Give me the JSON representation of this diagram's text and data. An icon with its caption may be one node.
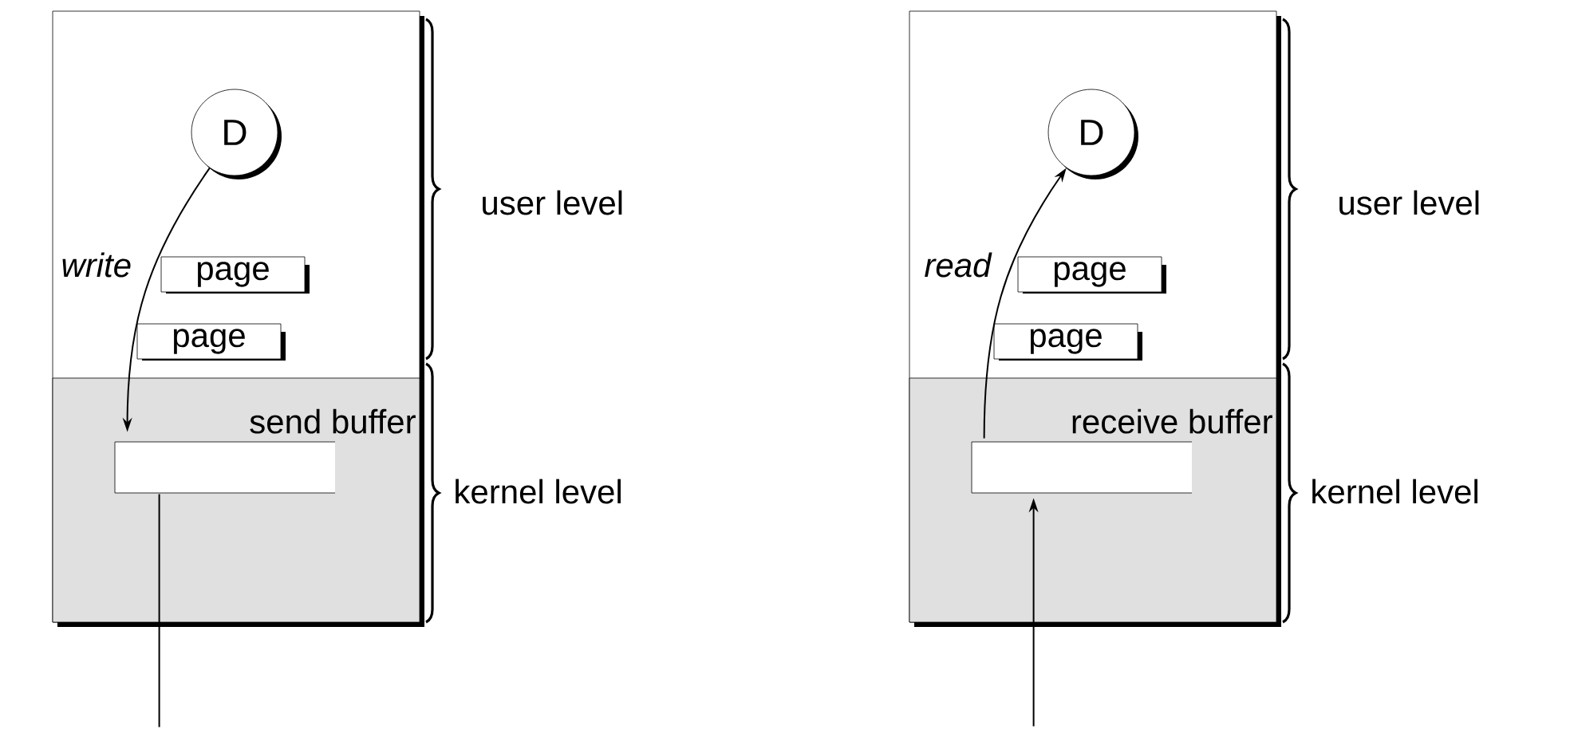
{
  "diagram": {
    "nodes": [
      {
        "text": [],
        "shape": "box"
      },
      {
        "text": [
          "D"
        ],
        "in": 0
      },
      {
        "text": [
          "page"
        ],
        "in": 0
      },
      {
        "text": [
          "page"
        ],
        "in": 0
      },
      {
        "text": [],
        "shape": "box",
        "in": 0
      },
      {
        "text": [
          "send buffer"
        ],
        "in": 4
      },
      {
        "text": [],
        "shape": "box"
      },
      {
        "text": [
          "D"
        ],
        "in": 6
      },
      {
        "text": [
          "page"
        ],
        "in": 6
      },
      {
        "text": [
          "page"
        ],
        "in": 6
      },
      {
        "text": [],
        "shape": "box",
        "in": 6
      },
      {
        "text": [
          "receive buffer"
        ],
        "in": 10
      }
    ],
    "edges": [
      {
        "from": 1,
        "to": 5,
        "arrow": "to",
        "label": "write"
      },
      {
        "from": 5,
        "to": null,
        "arrow": "none"
      },
      {
        "from": 11,
        "to": 7,
        "arrow": "to",
        "label": "read"
      },
      {
        "from": null,
        "to": 11,
        "arrow": "to"
      }
    ],
    "labels": [
      "user level",
      "kernel level",
      "user level",
      "kernel level"
    ]
  }
}
